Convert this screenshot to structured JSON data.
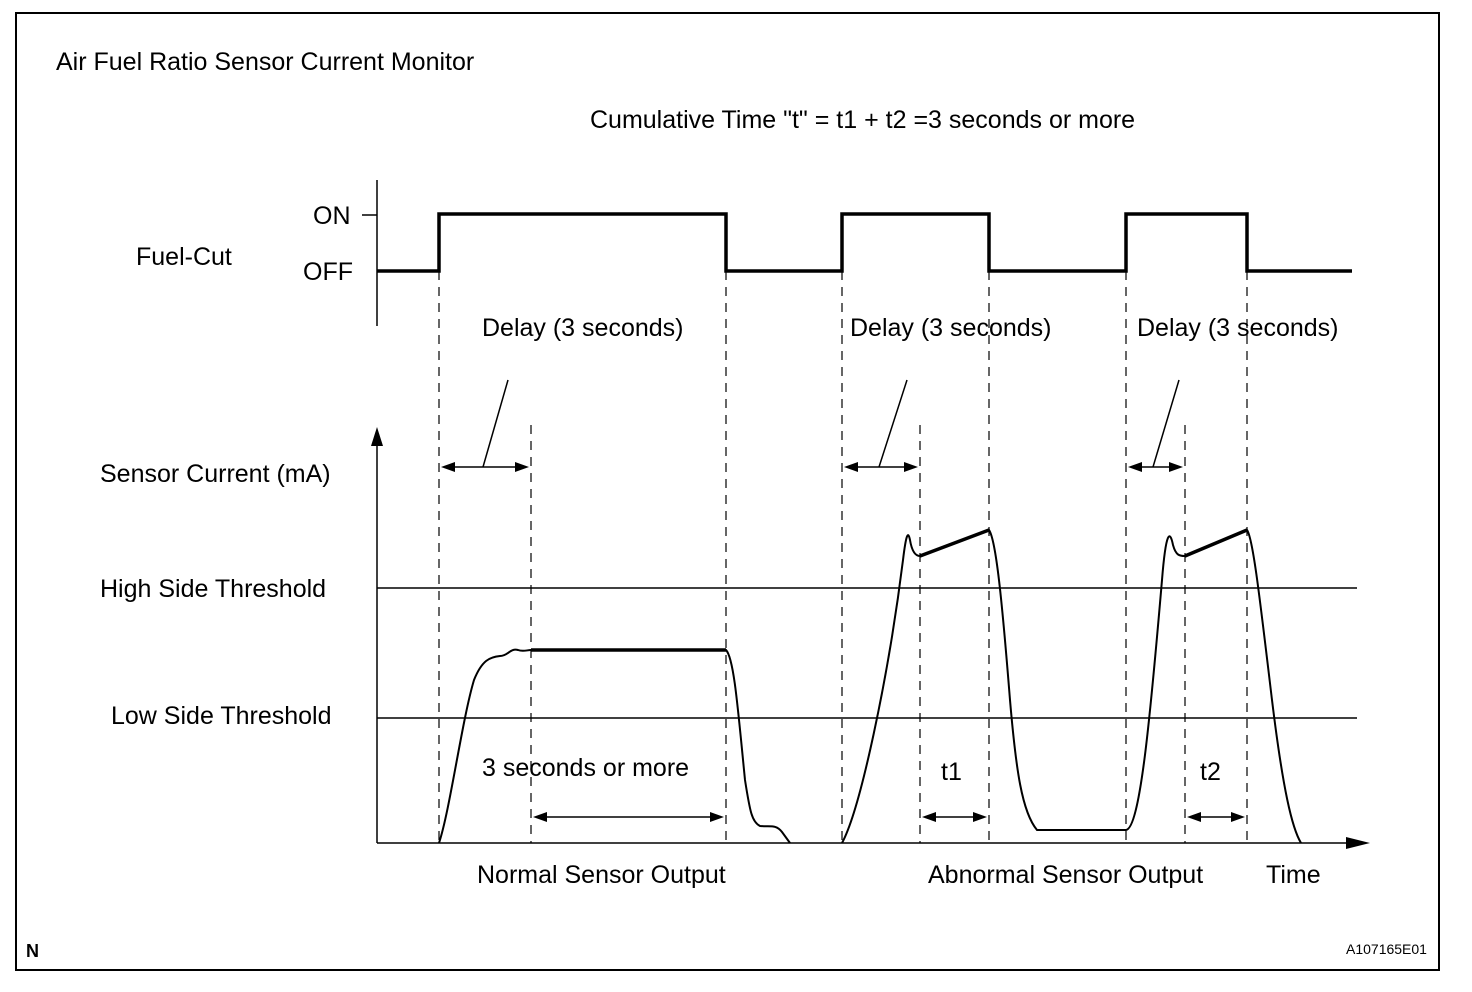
{
  "title": "Air Fuel Ratio Sensor Current Monitor",
  "cumulative_note": "Cumulative Time \"t\" = t1 + t2 =3 seconds or more",
  "fuel_cut": {
    "label": "Fuel-Cut",
    "on_label": "ON",
    "off_label": "OFF"
  },
  "delay_label": "Delay (3 seconds)",
  "y_axis_label": "Sensor Current (mA)",
  "thresholds": {
    "high": "High Side Threshold",
    "low": "Low Side Threshold"
  },
  "normal": {
    "duration_label": "3 seconds or more",
    "caption": "Normal Sensor Output"
  },
  "abnormal": {
    "t1_label": "t1",
    "t2_label": "t2",
    "caption": "Abnormal Sensor Output"
  },
  "x_axis_label": "Time",
  "corner_mark": "N",
  "figure_code": "A107165E01"
}
